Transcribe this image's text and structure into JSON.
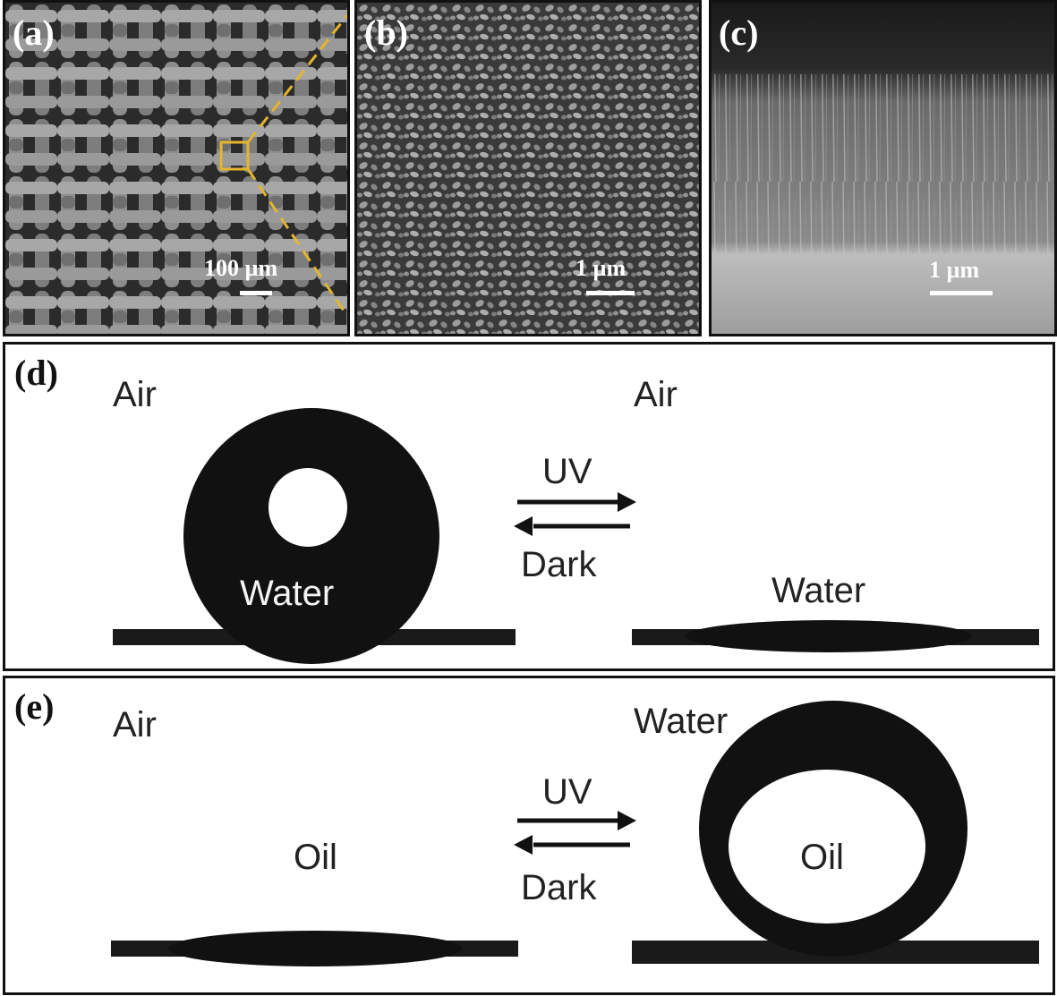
{
  "panels": {
    "a": {
      "label": "(a)",
      "scale": "100 µm"
    },
    "b": {
      "label": "(b)",
      "scale": "1 µm"
    },
    "c": {
      "label": "(c)",
      "scale": "1 µm"
    },
    "d": {
      "label": "(d)",
      "left_medium": "Air",
      "right_medium": "Air",
      "left_drop": "Water",
      "right_drop": "Water",
      "forward": "UV",
      "backward": "Dark"
    },
    "e": {
      "label": "(e)",
      "left_medium": "Air",
      "right_medium": "Water",
      "left_drop": "Oil",
      "right_drop": "Oil",
      "forward": "UV",
      "backward": "Dark"
    }
  },
  "colors": {
    "highlight": "#e6b52e",
    "drop": "#111111",
    "sem_background": "#2a2a2a"
  }
}
